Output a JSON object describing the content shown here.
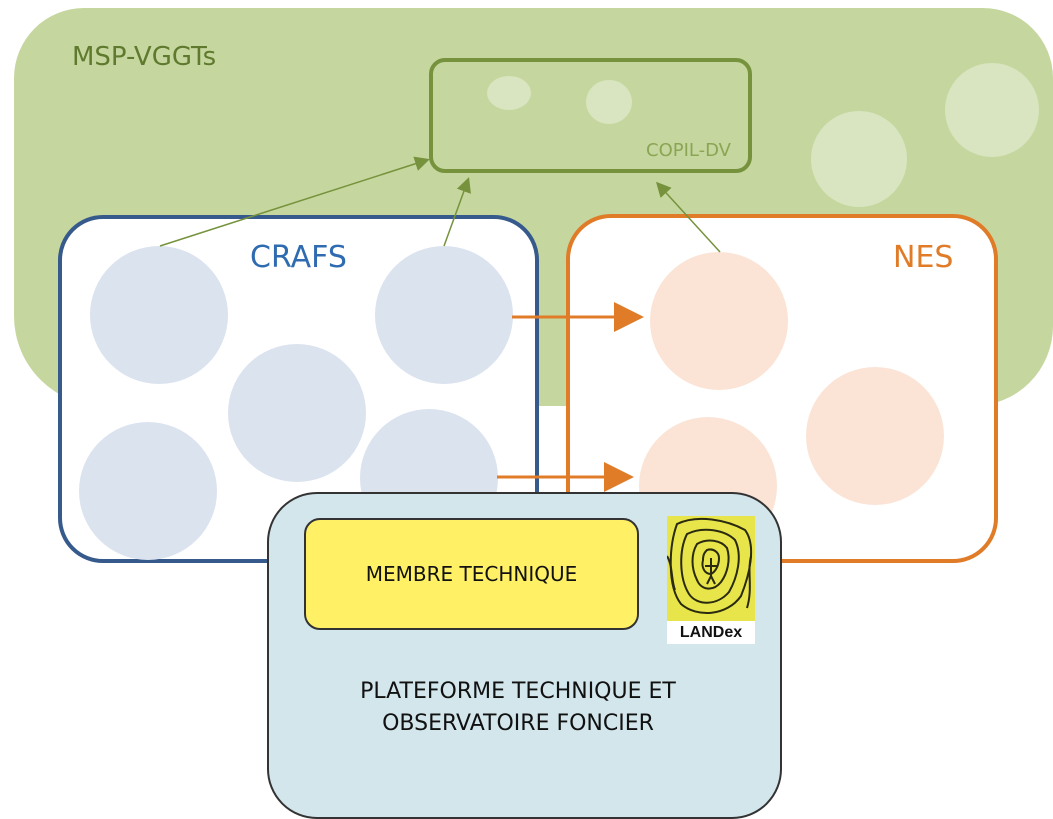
{
  "diagram": {
    "msp_label": "MSP-VGGTs",
    "copil_label": "COPIL-DV",
    "crafs_label": "CRAFS",
    "nes_label": "NES",
    "member_label": "MEMBRE TECHNIQUE",
    "platform_label": "PLATEFORME TECHNIQUE ET OBSERVATOIRE FONCIER",
    "logo_text": "LANDex"
  },
  "colors": {
    "msp_fill": "#c5d79e",
    "msp_text": "#5f7a2e",
    "copil_border": "#76923c",
    "crafs_border": "#375a8c",
    "crafs_text": "#2e6bb0",
    "crafs_circle": "#dbe3ef",
    "nes_border": "#e07b28",
    "nes_circle": "#fbe4d6",
    "platform_fill": "#d2e6ec",
    "member_fill": "#fff065",
    "logo_fill": "#e8e54a"
  }
}
